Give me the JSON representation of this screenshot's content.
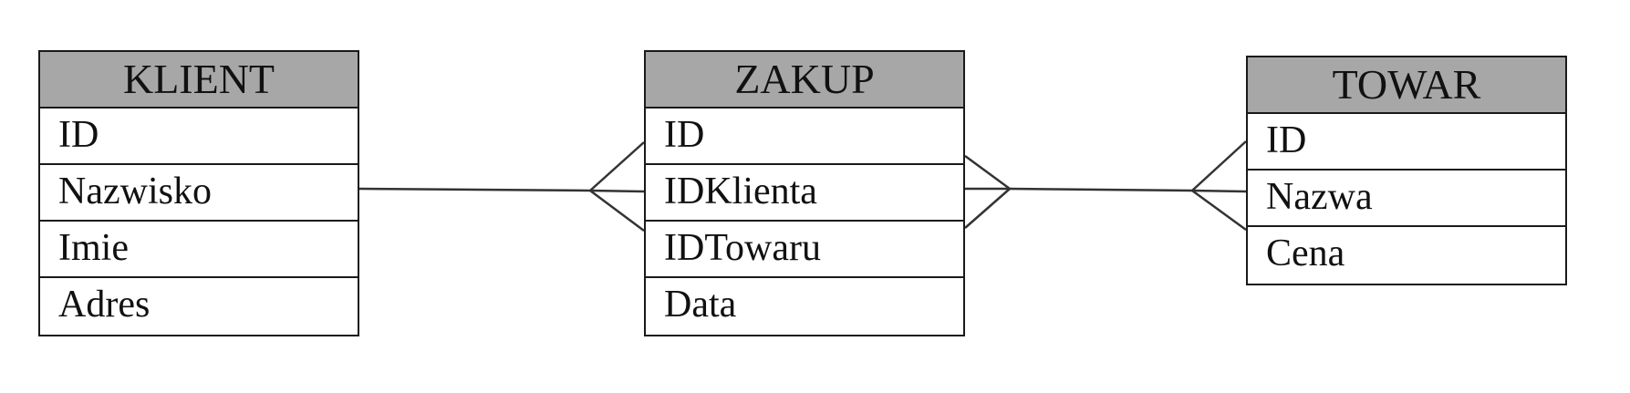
{
  "entities": {
    "klient": {
      "title": "KLIENT",
      "fields": [
        "ID",
        "Nazwisko",
        "Imie",
        "Adres"
      ]
    },
    "zakup": {
      "title": "ZAKUP",
      "fields": [
        "ID",
        "IDKlienta",
        "IDTowaru",
        "Data"
      ]
    },
    "towar": {
      "title": "TOWAR",
      "fields": [
        "ID",
        "Nazwa",
        "Cena"
      ]
    }
  },
  "relationships": [
    {
      "from": "KLIENT",
      "to": "ZAKUP",
      "from_cardinality": "one",
      "to_cardinality": "many"
    },
    {
      "from": "ZAKUP",
      "to": "TOWAR",
      "from_cardinality": "many",
      "to_cardinality": "many"
    }
  ],
  "colors": {
    "header_fill": "#a7a7a7",
    "border": "#1a1a1a",
    "line": "#333333"
  }
}
